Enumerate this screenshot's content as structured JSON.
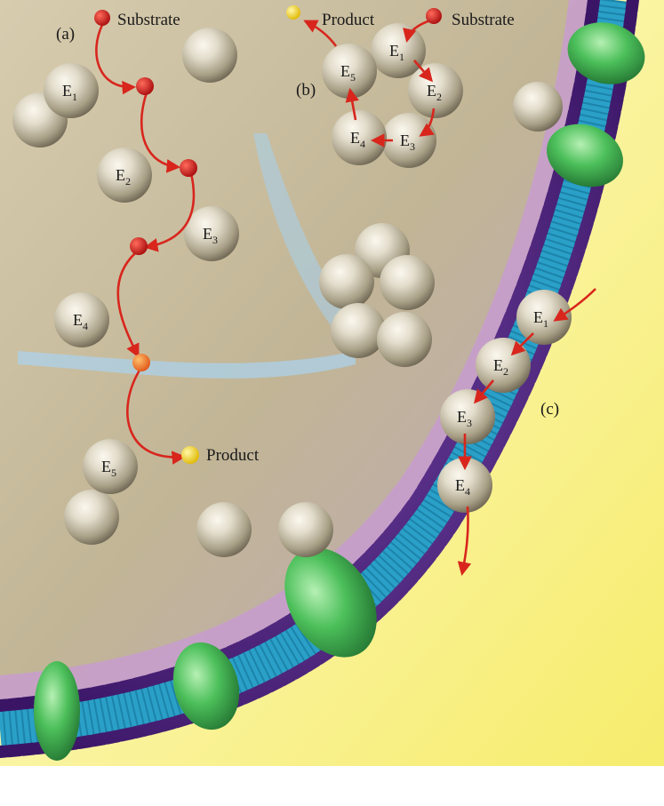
{
  "panels": {
    "a": "(a)",
    "b": "(b)",
    "c": "(c)"
  },
  "labels": {
    "substrate": "Substrate",
    "product": "Product"
  },
  "enzymes": {
    "letter": "E",
    "e1": "1",
    "e2": "2",
    "e3": "3",
    "e4": "4",
    "e5": "5"
  },
  "colors": {
    "membrane_head": "#4b1f7d",
    "membrane_tail": "#2aa0c8",
    "protein": "#3fae4f",
    "arrow": "#d8261d",
    "substrate": "#c81414",
    "product": "#f2d41e",
    "enzyme": "#c9c2ae",
    "cytoplasm": "#c6b89a",
    "outside": "#fbf39a"
  }
}
